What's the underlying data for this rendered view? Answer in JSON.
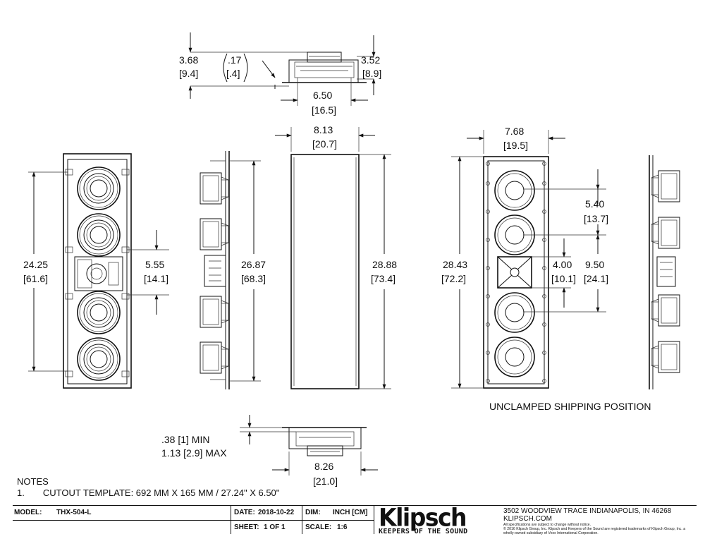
{
  "top_view": {
    "left_height": "3.68",
    "left_height_cm": "[9.4]",
    "lip": ".17",
    "lip_cm": "[.4]",
    "right_height": "3.52",
    "right_height_cm": "[8.9]",
    "width": "6.50",
    "width_cm": "[16.5]"
  },
  "front_view": {
    "height": "24.25",
    "height_cm": "[61.6]",
    "spacing": "5.55",
    "spacing_cm": "[14.1]"
  },
  "side_view": {
    "height": "26.87",
    "height_cm": "[68.3]"
  },
  "template_view": {
    "width": "8.13",
    "width_cm": "[20.7]",
    "height": "28.88",
    "height_cm": "[73.4]"
  },
  "grille_view": {
    "width": "7.68",
    "width_cm": "[19.5]",
    "height": "28.43",
    "height_cm": "[72.2]",
    "woofer_spacing": "5.40",
    "woofer_spacing_cm": "[13.7]",
    "center_spacing": "4.00",
    "center_spacing_cm": "[10.1]",
    "outer_spacing": "9.50",
    "outer_spacing_cm": "[24.1]",
    "caption": "UNCLAMPED SHIPPING POSITION"
  },
  "bottom_view": {
    "min_label": ".38 [1] MIN",
    "max_label": "1.13 [2.9] MAX",
    "width": "8.26",
    "width_cm": "[21.0]"
  },
  "notes": {
    "title": "NOTES",
    "items": [
      {
        "num": "1.",
        "text": "CUTOUT TEMPLATE: 692 MM X 165 MM  / 27.24\" X 6.50\""
      }
    ]
  },
  "title_block": {
    "model_label": "MODEL:",
    "model_value": "THX-504-L",
    "date_label": "DATE:",
    "date_value": "2018-10-22",
    "dim_label": "DIM:",
    "dim_value": "INCH [CM]",
    "sheet_label": "SHEET:",
    "sheet_value": "1 OF 1",
    "scale_label": "SCALE:",
    "scale_value": "1:6",
    "logo_word": "Klipsch",
    "logo_tagline": "KEEPERS OF THE SOUND",
    "address": "3502 WOODVIEW TRACE INDIANAPOLIS, IN 46268",
    "website": "KLIPSCH.COM",
    "disclaimer_1": "All specifications are subject to change without notice.",
    "disclaimer_2": "© 2016 Klipsch Group, Inc. Klipsch and Keepers of the Sound are registered trademarks of Klipsch Group, Inc. a wholly-owned subsidiary of Voxx International Corporation."
  }
}
